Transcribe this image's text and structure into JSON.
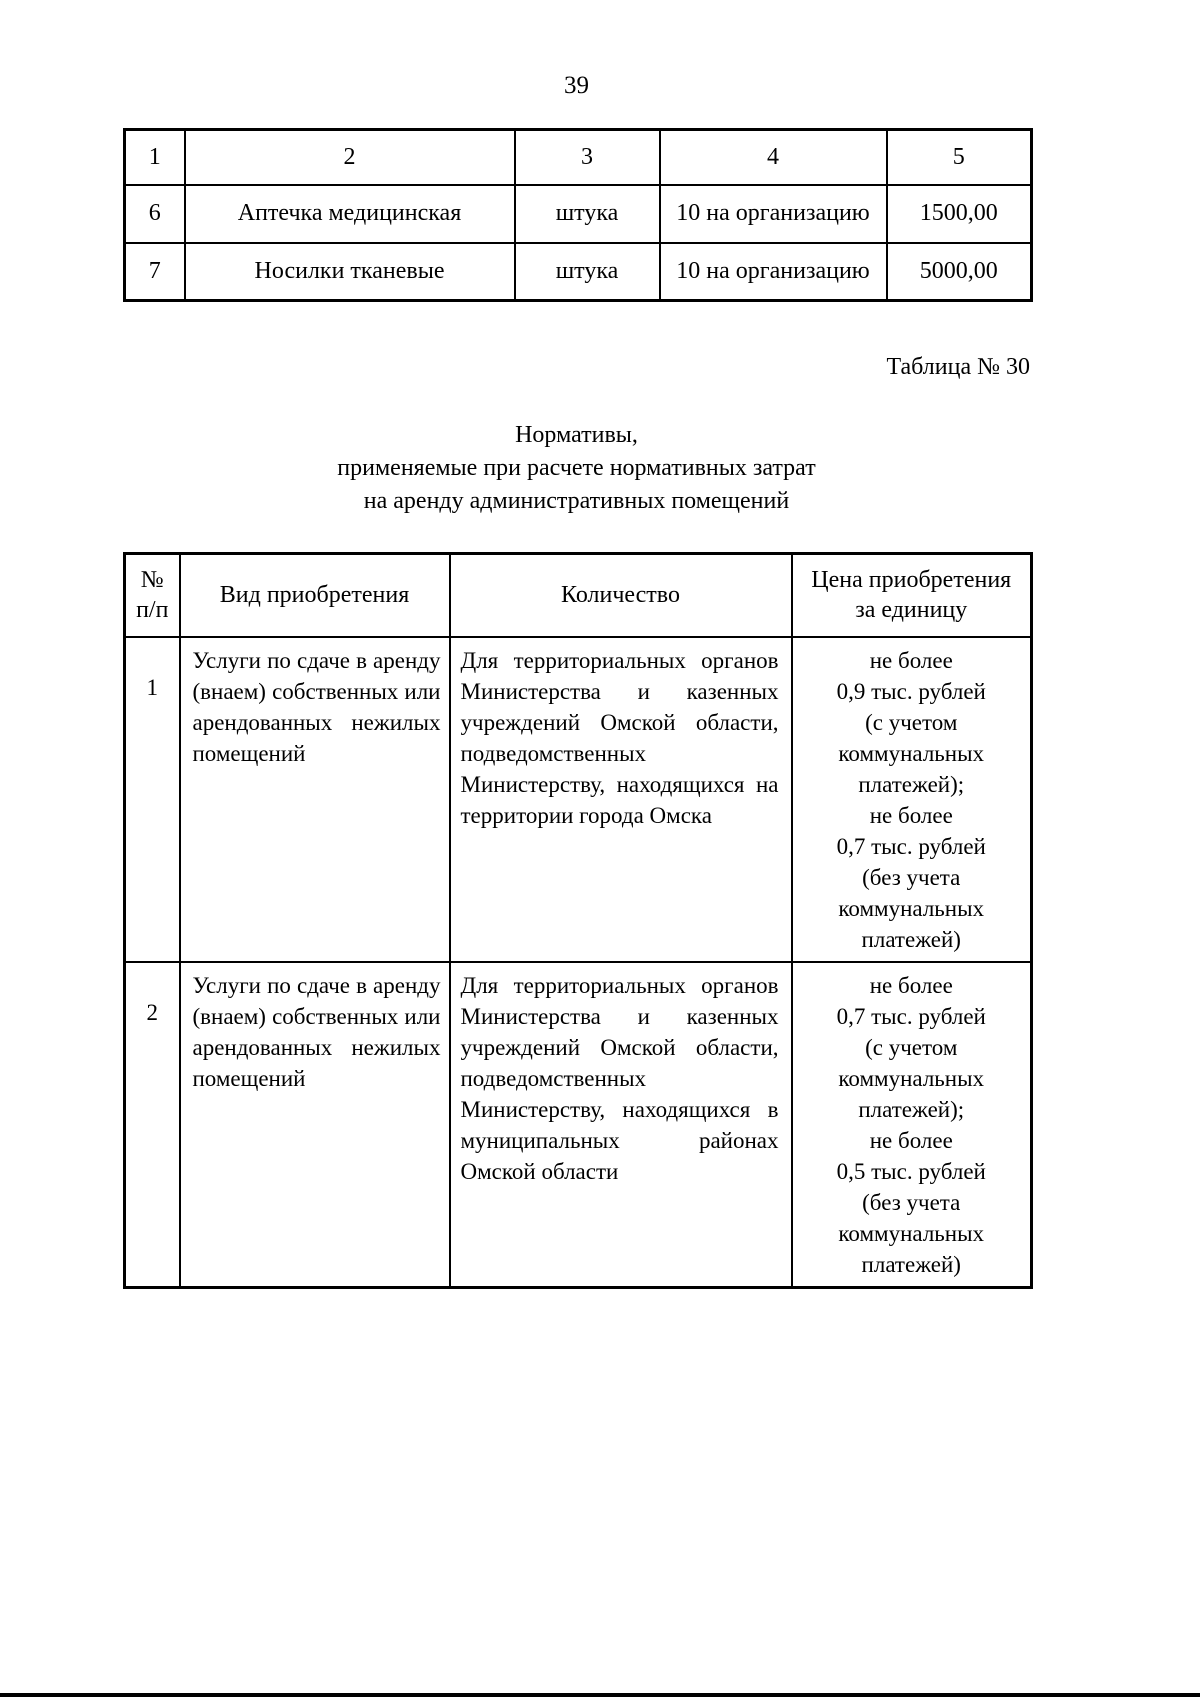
{
  "page": {
    "number": "39",
    "table_caption": "Таблица № 30",
    "title": "Нормативы,\nприменяемые при расчете нормативных затрат\nна аренду административных помещений"
  },
  "table1": {
    "header": [
      "1",
      "2",
      "3",
      "4",
      "5"
    ],
    "rows": [
      [
        "6",
        "Аптечка медицинская",
        "штука",
        "10 на организацию",
        "1500,00"
      ],
      [
        "7",
        "Носилки тканевые",
        "штука",
        "10 на организацию",
        "5000,00"
      ]
    ]
  },
  "table2": {
    "header": [
      "№\nп/п",
      "Вид приобретения",
      "Количество",
      "Цена приобретения\nза единицу"
    ],
    "rows": [
      {
        "num": "1",
        "type": "Услуги по сдаче в аренду (внаем) собственных или арендованных нежилых помещений",
        "quantity": "Для территориальных органов Министерства и казенных учреждений Омской области, подведомственных Министерству, находящихся на территории города Омска",
        "price": "не более\n0,9 тыс. рублей\n(с учетом\nкоммунальных\nплатежей);\nне более\n0,7 тыс. рублей\n(без учета\nкоммунальных\nплатежей)"
      },
      {
        "num": "2",
        "type": "Услуги по сдаче в аренду (внаем) собственных или арендованных нежилых помещений",
        "quantity": "Для территориальных органов Министерства и казенных учреждений Омской области, подведомственных Министерству, находящихся в муниципальных районах Омской области",
        "price": "не более\n0,7 тыс. рублей\n(с учетом\nкоммунальных\nплатежей);\nне более\n0,5 тыс. рублей\n(без учета\nкоммунальных\nплатежей)"
      }
    ]
  }
}
